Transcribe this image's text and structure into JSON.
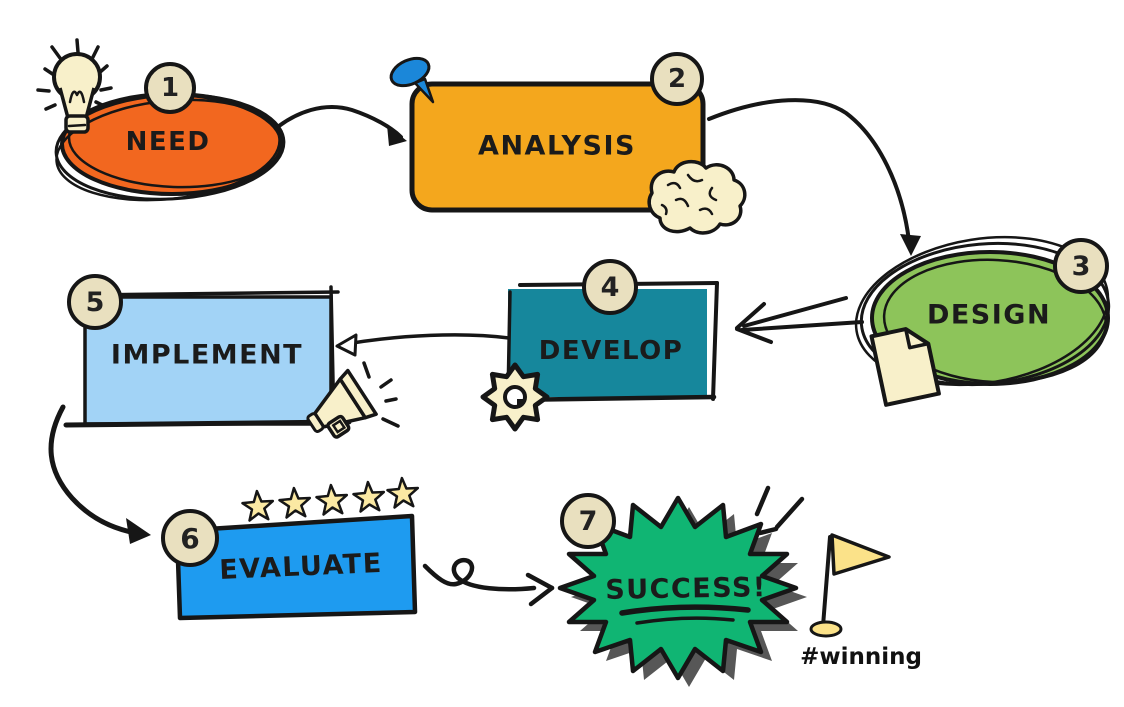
{
  "diagram": {
    "background_color": "#FFFFFF",
    "outline_color": "#161616",
    "badge_fill": "#E9E0BF",
    "hashtag": "#winning",
    "steps": [
      {
        "number": "1",
        "label": "NEED",
        "shape": "ellipse",
        "color": "#F2671F",
        "icons": [
          "lightbulb"
        ]
      },
      {
        "number": "2",
        "label": "ANALYSIS",
        "shape": "rounded-rectangle",
        "color": "#F4A71D",
        "icons": [
          "pushpin",
          "brain"
        ]
      },
      {
        "number": "3",
        "label": "DESIGN",
        "shape": "ellipse",
        "color": "#8DC45A",
        "icons": [
          "document"
        ]
      },
      {
        "number": "4",
        "label": "DEVELOP",
        "shape": "rectangle",
        "color": "#16879C",
        "icons": [
          "gear"
        ]
      },
      {
        "number": "5",
        "label": "IMPLEMENT",
        "shape": "rectangle",
        "color": "#A2D3F6",
        "icons": [
          "megaphone"
        ]
      },
      {
        "number": "6",
        "label": "EVALUATE",
        "shape": "rectangle",
        "color": "#1E9BF0",
        "icons": [
          "five-stars"
        ]
      },
      {
        "number": "7",
        "label": "SUCCESS!",
        "shape": "starburst",
        "color": "#10B573",
        "icons": [
          "flag",
          "sparkles"
        ]
      }
    ],
    "icon_colors": {
      "cream": "#F8F0CA",
      "star_yellow": "#FBE9A3",
      "flag_yellow": "#FBE289",
      "pushpin_blue": "#1B87D9",
      "burst_shadow": "#575757"
    },
    "connections": [
      {
        "from": "NEED",
        "to": "ANALYSIS"
      },
      {
        "from": "ANALYSIS",
        "to": "DESIGN"
      },
      {
        "from": "DESIGN",
        "to": "DEVELOP"
      },
      {
        "from": "DEVELOP",
        "to": "IMPLEMENT"
      },
      {
        "from": "IMPLEMENT",
        "to": "EVALUATE"
      },
      {
        "from": "EVALUATE",
        "to": "SUCCESS!"
      }
    ]
  }
}
